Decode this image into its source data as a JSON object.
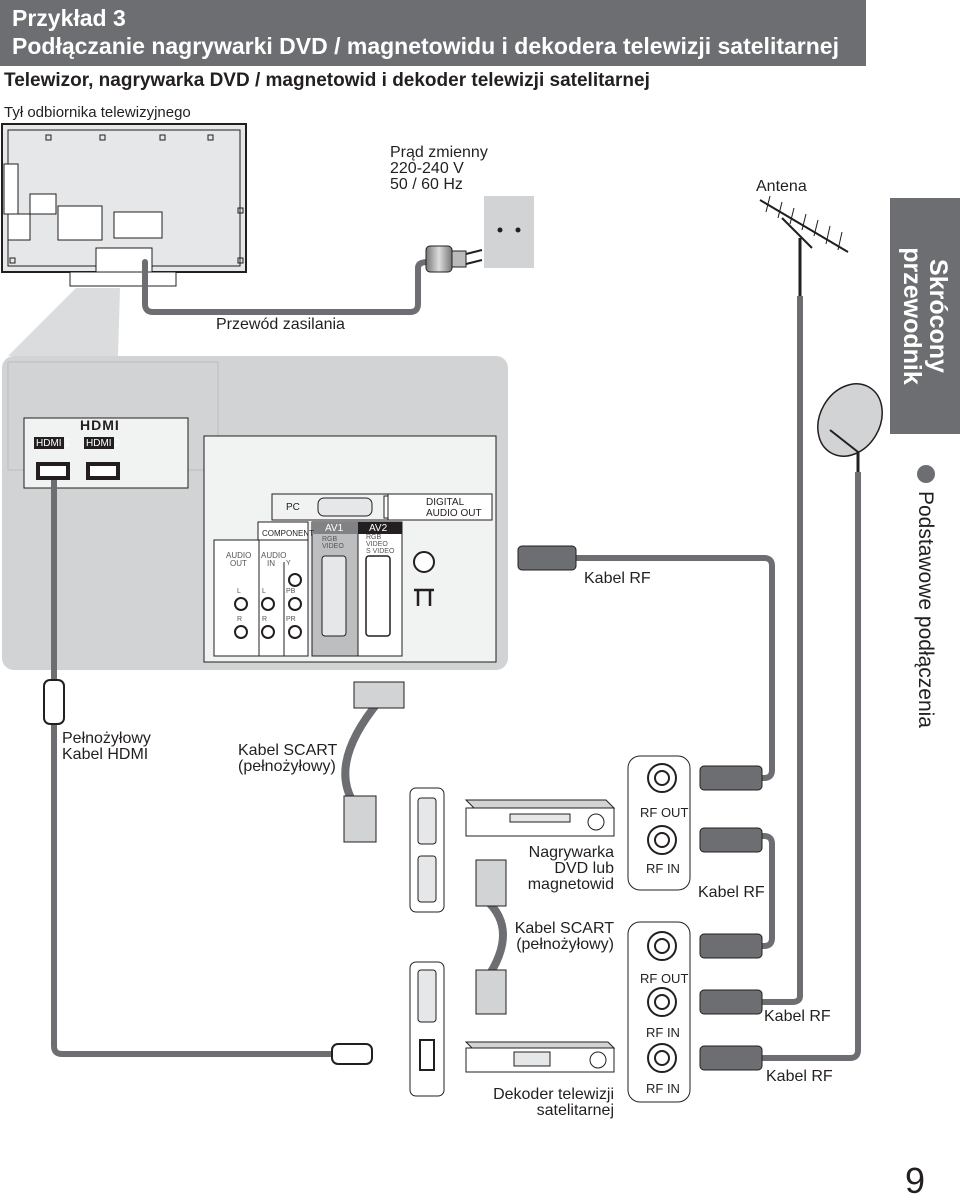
{
  "header": {
    "line1": "Przykład 3",
    "line2": "Podłączanie nagrywarki DVD / magnetowidu i dekodera telewizji satelitarnej"
  },
  "subtitle": "Telewizor, nagrywarka DVD / magnetowid i dekoder telewizji satelitarnej",
  "tv_back_label": "Tył odbiornika telewizyjnego",
  "power": {
    "line1": "Prąd zmienny",
    "line2": "220-240 V",
    "line3": "50 / 60 Hz"
  },
  "antenna_label": "Antena",
  "power_cable_label": "Przewód zasilania",
  "side_tab": {
    "line1": "Skrócony",
    "line2": "przewodnik"
  },
  "section_label": "Podstawowe podłączenia",
  "panel": {
    "hdmi_logo": "HDMI",
    "hdmi1": "HDMI 1",
    "hdmi2": "HDMI 2",
    "pc": "PC",
    "component": "COMPONENT",
    "audio_out": [
      "AUDIO",
      "OUT"
    ],
    "audio_in": [
      "AUDIO",
      "IN"
    ],
    "av1": "AV1",
    "av2": "AV2",
    "av1_rgb": "RGB",
    "av1_video": "VIDEO",
    "av2_rgb": "RGB",
    "av2_video": "VIDEO",
    "av2_svideo": "S VIDEO",
    "digital_audio_out": [
      "DIGITAL",
      "AUDIO OUT"
    ],
    "l": "L",
    "r": "R",
    "y": "Y",
    "pb": "PB",
    "pr": "PR"
  },
  "hdmi_cable": [
    "Pełnożyłowy",
    "Kabel HDMI"
  ],
  "scart_cable_1": [
    "Kabel SCART",
    "(pełnożyłowy)"
  ],
  "scart_cable_2": [
    "Kabel SCART",
    "(pełnożyłowy)"
  ],
  "rf_cable_1": "Kabel RF",
  "rf_cable_2": "Kabel RF",
  "rf_cable_3": "Kabel RF",
  "rf_cable_4": "Kabel RF",
  "recorder": [
    "Nagrywarka",
    "DVD lub",
    "magnetowid"
  ],
  "recorder_rf_out": "RF OUT",
  "recorder_rf_in": "RF IN",
  "decoder": [
    "Dekoder telewizji",
    "satelitarnej"
  ],
  "decoder_rf_out": "RF OUT",
  "decoder_rf_in_1": "RF IN",
  "decoder_rf_in_2": "RF IN",
  "page_number": "9",
  "colors": {
    "header_bg": "#6d6e71",
    "panel_bg": "#d1d3d4",
    "cable": "#6d6e71"
  }
}
